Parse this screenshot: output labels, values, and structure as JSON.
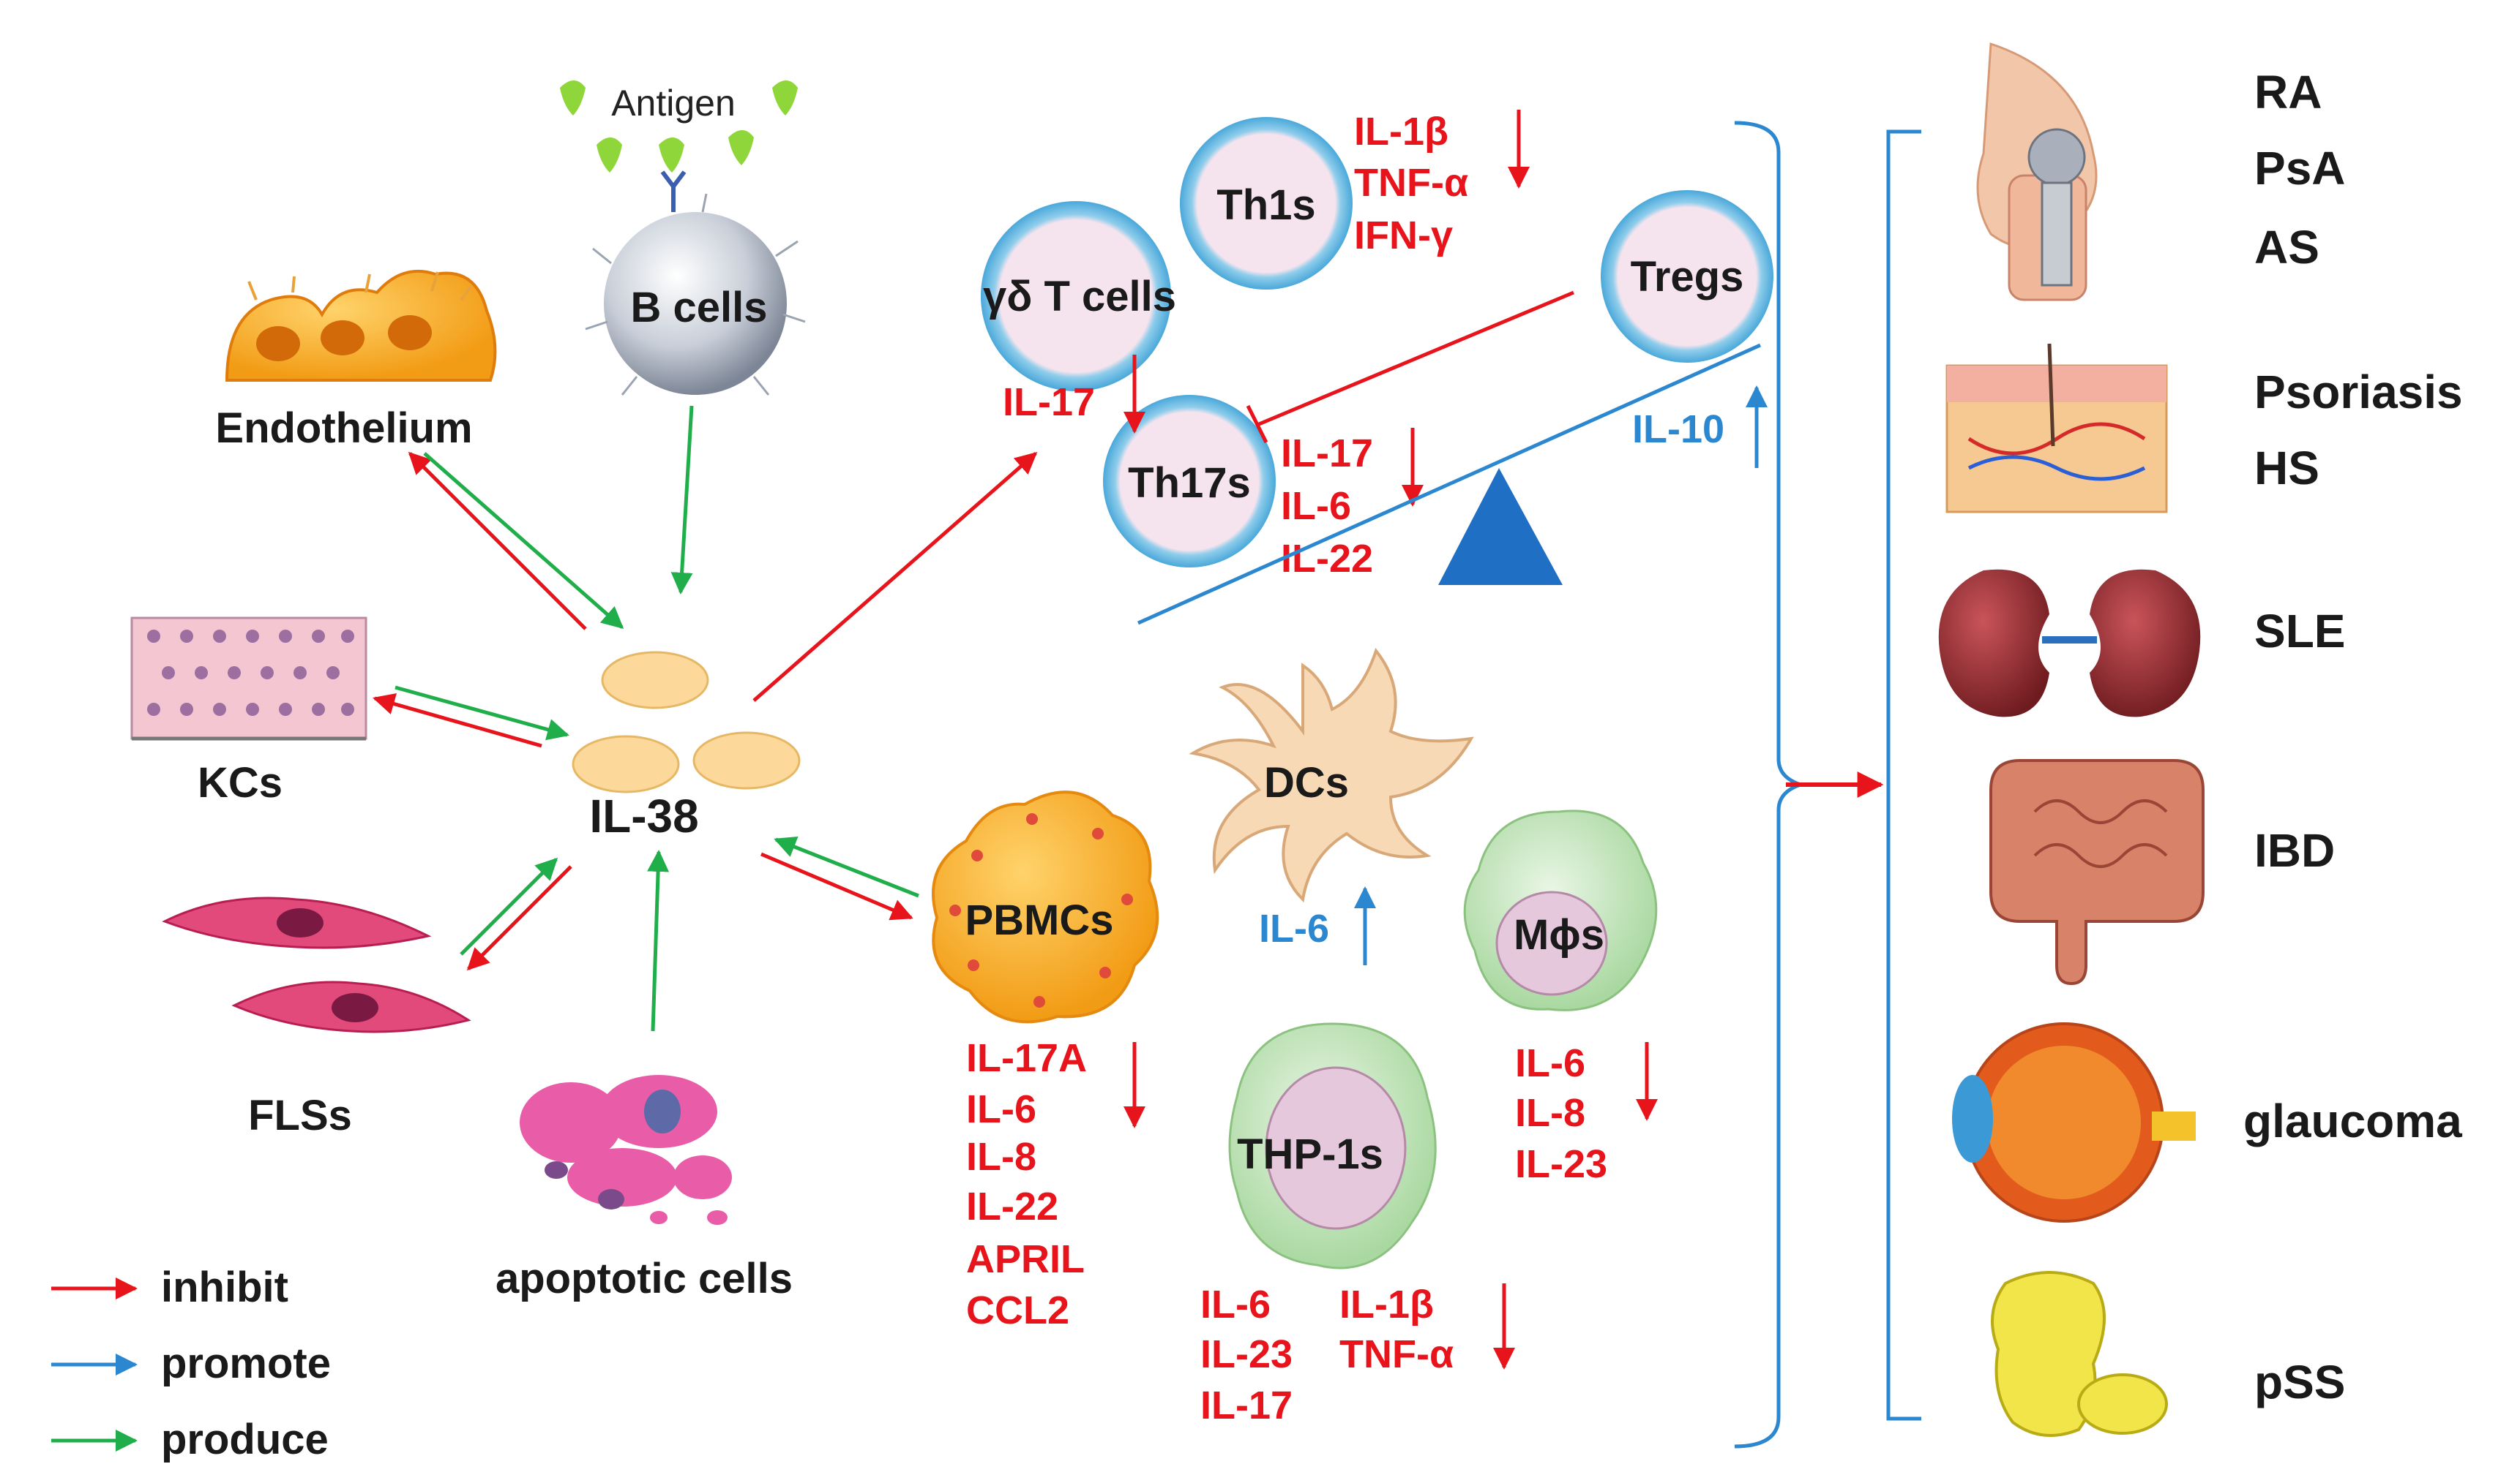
{
  "colors": {
    "inhibit": "#e8141c",
    "promote": "#2b87cf",
    "produce": "#1fae4a",
    "text": "#1a1a1a"
  },
  "center": {
    "label": "IL-38"
  },
  "sources": {
    "antigen": "Antigen",
    "b_cells": "B cells",
    "endothelium": "Endothelium",
    "kcs": "KCs",
    "flss": "FLSs",
    "apoptotic": "apoptotic cells"
  },
  "t_cells": {
    "th1s": "Th1s",
    "gd_t_cells": "γδ T cells",
    "tregs": "Tregs",
    "th17s": "Th17s",
    "th1_cytokines": [
      "IL-1β",
      "TNF-α",
      "IFN-γ"
    ],
    "gd_cytokine": "IL-17",
    "th17_cytokines": [
      "IL-17",
      "IL-6",
      "IL-22"
    ],
    "treg_cytokine": "IL-10"
  },
  "myeloid": {
    "pbmcs": "PBMCs",
    "dcs": "DCs",
    "mphis": "Mϕs",
    "thp1s": "THP-1s",
    "pbmc_cytokines": [
      "IL-17A",
      "IL-6",
      "IL-8",
      "IL-22",
      "APRIL",
      "CCL2"
    ],
    "dc_cytokine": "IL-6",
    "mphi_cytokines": [
      "IL-6",
      "IL-8",
      "IL-23"
    ],
    "thp1_cytokines_left": [
      "IL-6",
      "IL-23",
      "IL-17"
    ],
    "thp1_cytokines_right": [
      "IL-1β",
      "TNF-α"
    ]
  },
  "diseases": {
    "joint": [
      "RA",
      "PsA",
      "AS"
    ],
    "skin": [
      "Psoriasis",
      "HS"
    ],
    "kidney": "SLE",
    "gut": "IBD",
    "eye": "glaucoma",
    "gland": "pSS"
  },
  "legend": {
    "inhibit": "inhibit",
    "promote": "promote",
    "produce": "produce"
  }
}
